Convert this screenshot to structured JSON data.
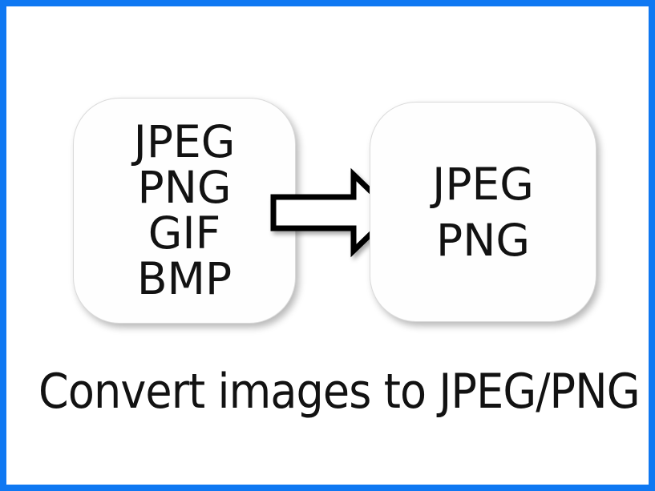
{
  "graphic": {
    "background_color": "#ffffff",
    "border_color": "#0f78f2",
    "text_color": "#121212"
  },
  "source_box": {
    "formats": [
      "JPEG",
      "PNG",
      "GIF",
      "BMP"
    ]
  },
  "arrow": {
    "icon": "right-arrow-icon",
    "direction": "right",
    "fill_color": "#ffffff",
    "stroke_color": "#000000"
  },
  "target_box": {
    "formats": [
      "JPEG",
      "PNG"
    ]
  },
  "caption": {
    "text": "Convert images to JPEG/PNG"
  }
}
